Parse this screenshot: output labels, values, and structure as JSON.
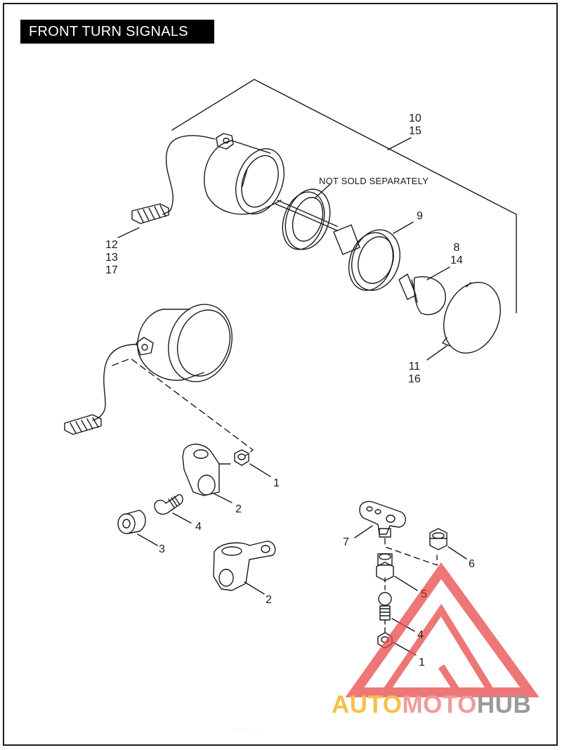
{
  "title": "FRONT TURN SIGNALS",
  "note": "NOT SOLD SEPARATELY",
  "callouts": {
    "c10_15": "10\n15",
    "c9": "9",
    "c8_14": "8\n14",
    "c12_13_17": "12\n13\n17",
    "c11_16": "11\n16",
    "c1_top": "1",
    "c2_top": "2",
    "c4_left": "4",
    "c3": "3",
    "c2_bottom": "2",
    "c7": "7",
    "c6": "6",
    "c5": "5",
    "c4_right": "4",
    "c1_bottom": "1"
  },
  "watermark": {
    "part1": "AUTO",
    "part2": "MOTO",
    "part3": "HUB",
    "colors": {
      "yellow": "#f7c04a",
      "pink": "#f29a9a",
      "gray": "#9a9a9a",
      "red": "#e84a4a"
    }
  },
  "footer": "· · · · · ·"
}
